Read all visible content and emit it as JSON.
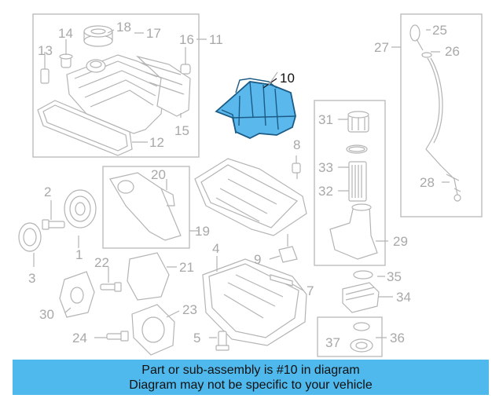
{
  "callouts": {
    "n1": "1",
    "n2": "2",
    "n3": "3",
    "n4": "4",
    "n5": "5",
    "n8": "8",
    "n9": "9",
    "n10": "10",
    "n11": "11",
    "n12": "12",
    "n13": "13",
    "n14": "14",
    "n15": "15",
    "n16": "16",
    "n17": "17",
    "n18": "18",
    "n20": "20",
    "n21": "21",
    "n22": "22",
    "n23": "23",
    "n24": "24",
    "n25": "25",
    "n26": "26",
    "n27": "27",
    "n28": "28",
    "n29": "29",
    "n30": "30",
    "n31": "31",
    "n32": "32",
    "n33": "33",
    "n34": "34",
    "n35": "35",
    "n36": "36",
    "n37": "37",
    "n7": "7",
    "n19": "19"
  },
  "highlight": {
    "part": "10",
    "color": "#5ab8ec"
  },
  "caption": {
    "line1": "Part or sub-assembly is #10 in diagram",
    "line2": "Diagram may not be specific to your vehicle",
    "background": "#4fb8ec"
  }
}
